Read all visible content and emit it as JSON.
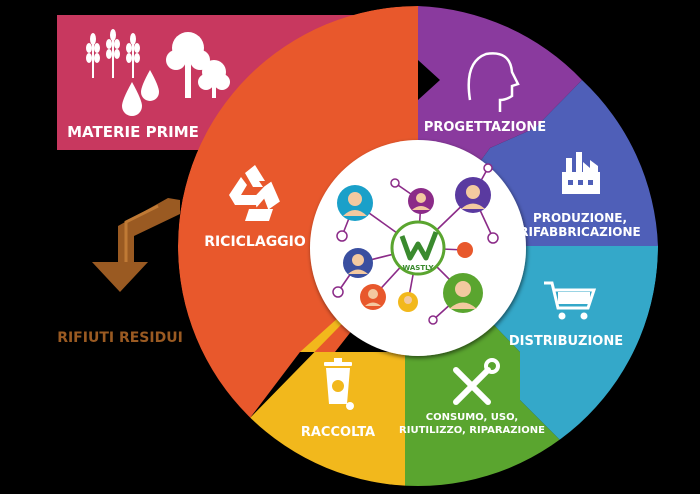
{
  "segments": {
    "materie_prime": {
      "label": "MATERIE PRIME",
      "color": "#c8385f"
    },
    "progettazione": {
      "label": "PROGETTAZIONE",
      "color": "#8a3a9e"
    },
    "produzione_line1": "PRODUZIONE,",
    "produzione_line2": "RIFABBRICAZIONE",
    "produzione_color": "#4f5fb8",
    "distribuzione": {
      "label": "DISTRIBUZIONE",
      "color": "#34a8c9"
    },
    "consumo_line1": "CONSUMO, USO,",
    "consumo_line2": "RIUTILIZZO, RIPARAZIONE",
    "consumo_color": "#5aa52f",
    "raccolta": {
      "label": "RACCOLTA",
      "color": "#f2b81c"
    },
    "riciclaggio": {
      "label": "RICICLAGGIO",
      "color": "#e8582c"
    }
  },
  "rifiuti": {
    "label": "RIFIUTI RESIDUI",
    "color": "#9a5a22"
  },
  "center": {
    "logo_text": "WASTLY",
    "logo_color": "#3a8a2e"
  },
  "icons": [
    "wheat-icon",
    "water-drops-icon",
    "tree-icon",
    "recycle-icon",
    "head-icon",
    "factory-icon",
    "cart-icon",
    "tools-icon",
    "recycle-bin-icon",
    "network-icon",
    "down-arrow-icon"
  ]
}
